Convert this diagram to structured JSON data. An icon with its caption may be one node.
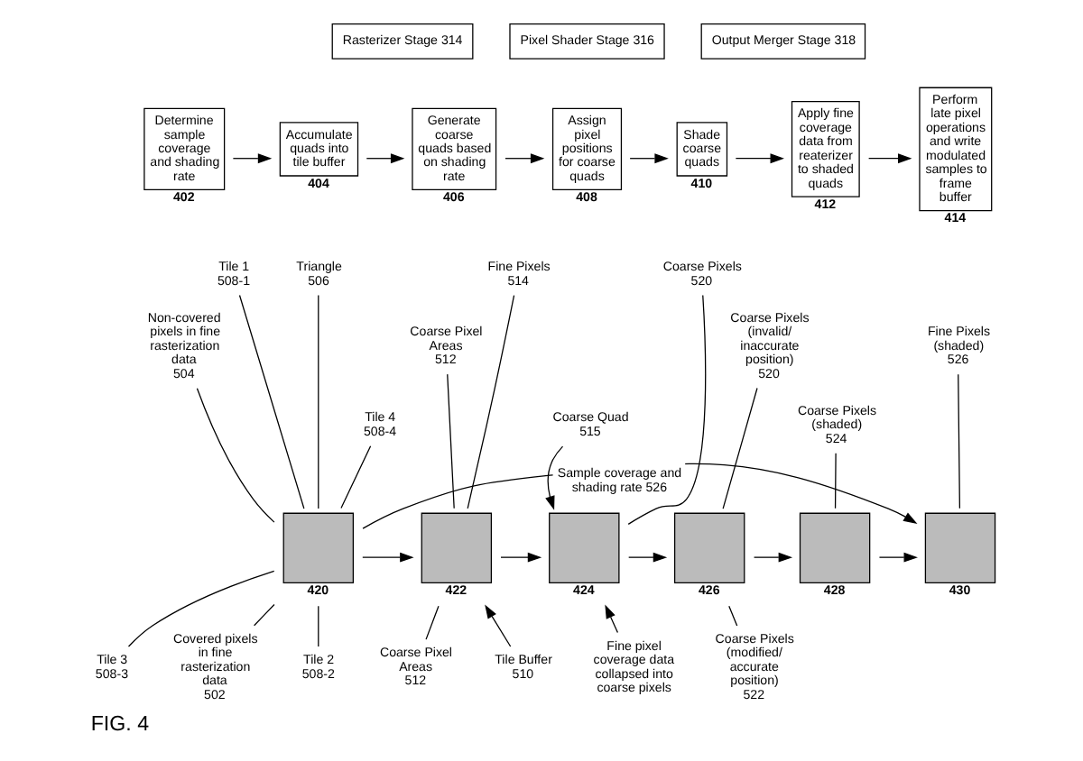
{
  "diagram": {
    "caption": "FIG. 4",
    "nodes": [
      {
        "text": [
          "Rasterizer Stage 314"
        ]
      },
      {
        "text": [
          "Pixel Shader Stage 316"
        ]
      },
      {
        "text": [
          "Output Merger Stage 318"
        ]
      },
      {
        "text": [
          "Determine sample coverage and shading rate"
        ],
        "beside": [
          "402"
        ]
      },
      {
        "text": [
          "Accumulate quads into tile buffer"
        ],
        "beside": [
          "404"
        ]
      },
      {
        "text": [
          "Generate coarse quads based on shading rate"
        ],
        "beside": [
          "406"
        ]
      },
      {
        "text": [
          "Assign pixel positions for coarse quads"
        ],
        "beside": [
          "408"
        ]
      },
      {
        "text": [
          "Shade coarse quads"
        ],
        "beside": [
          "410"
        ]
      },
      {
        "text": [
          "Apply fine coverage data from reaterizer to shaded quads"
        ],
        "beside": [
          "412"
        ]
      },
      {
        "text": [
          "Perform late pixel operations and write modulated samples to frame buffer"
        ],
        "beside": [
          "414"
        ]
      },
      {
        "text": [],
        "shape": "box",
        "beside": [
          "420"
        ]
      },
      {
        "text": [],
        "shape": "box",
        "beside": [
          "422"
        ]
      },
      {
        "text": [],
        "shape": "box",
        "beside": [
          "424"
        ]
      },
      {
        "text": [],
        "shape": "box",
        "beside": [
          "426"
        ]
      },
      {
        "text": [],
        "shape": "box",
        "beside": [
          "428"
        ]
      },
      {
        "text": [],
        "shape": "box",
        "beside": [
          "430"
        ]
      },
      {
        "text": [
          "Non-covered pixels in fine rasterization data",
          "504"
        ]
      },
      {
        "text": [
          "Tile 2",
          "508-2"
        ]
      },
      {
        "text": [
          "Tile 1",
          "508-1"
        ]
      },
      {
        "text": [
          "Tile 3",
          "508-3"
        ]
      },
      {
        "text": [
          "Tile 4",
          "508-4"
        ]
      },
      {
        "text": [
          "Covered pixels in fine rasterization data",
          "502"
        ]
      },
      {
        "text": [
          "Triangle",
          "506"
        ]
      },
      {
        "text": [
          "Coarse Pixel Areas",
          "512"
        ]
      },
      {
        "text": [
          "Tile Buffer",
          "510"
        ]
      },
      {
        "text": [
          "Fine Pixels",
          "514"
        ]
      },
      {
        "text": [
          "Coarse Pixel Areas",
          "512"
        ]
      },
      {
        "text": [
          "Coarse Quad",
          "515"
        ]
      },
      {
        "text": [
          "Fine pixel coverage data collapsed into coarse pixels"
        ]
      },
      {
        "text": [
          "Coarse Pixels",
          "520"
        ]
      },
      {
        "text": [
          "Coarse Pixels (invalid/ inaccurate position)",
          "520"
        ]
      },
      {
        "text": [
          "Coarse Pixels (modified/ accurate position)",
          "522"
        ]
      },
      {
        "text": [
          "Coarse Pixels (shaded)",
          "524"
        ]
      },
      {
        "text": [
          "Fine Pixels (shaded)",
          "526"
        ]
      }
    ],
    "edges": [
      {
        "from": 3,
        "to": 4,
        "arrow": "to"
      },
      {
        "from": 4,
        "to": 5,
        "arrow": "to"
      },
      {
        "from": 5,
        "to": 6,
        "arrow": "to"
      },
      {
        "from": 6,
        "to": 7,
        "arrow": "to"
      },
      {
        "from": 7,
        "to": 8,
        "arrow": "to"
      },
      {
        "from": 8,
        "to": 9,
        "arrow": "to"
      },
      {
        "from": 10,
        "to": 11,
        "arrow": "to"
      },
      {
        "from": 11,
        "to": 12,
        "arrow": "to"
      },
      {
        "from": 12,
        "to": 13,
        "arrow": "to"
      },
      {
        "from": 13,
        "to": 14,
        "arrow": "to"
      },
      {
        "from": 14,
        "to": 15,
        "arrow": "to"
      },
      {
        "from": 10,
        "to": 15,
        "arrow": "to",
        "label": "Sample coverage and shading rate 526"
      },
      {
        "from": 16,
        "to": 10,
        "arrow": "none"
      },
      {
        "from": 17,
        "to": 10,
        "arrow": "none"
      },
      {
        "from": 18,
        "to": 10,
        "arrow": "none"
      },
      {
        "from": 19,
        "to": 10,
        "arrow": "none"
      },
      {
        "from": 20,
        "to": 10,
        "arrow": "none"
      },
      {
        "from": 21,
        "to": 10,
        "arrow": "none"
      },
      {
        "from": 22,
        "to": 10,
        "arrow": "none"
      },
      {
        "from": 23,
        "to": 11,
        "arrow": "none"
      },
      {
        "from": 24,
        "to": 11,
        "arrow": "to"
      },
      {
        "from": 25,
        "to": 11,
        "arrow": "none"
      },
      {
        "from": 26,
        "to": 11,
        "arrow": "none"
      },
      {
        "from": 27,
        "to": 12,
        "arrow": "to"
      },
      {
        "from": 28,
        "to": 12,
        "arrow": "to"
      },
      {
        "from": 29,
        "to": 12,
        "arrow": "none"
      },
      {
        "from": 30,
        "to": 13,
        "arrow": "none"
      },
      {
        "from": 31,
        "to": 13,
        "arrow": "none"
      },
      {
        "from": 32,
        "to": 14,
        "arrow": "none"
      },
      {
        "from": 33,
        "to": 15,
        "arrow": "none"
      }
    ]
  }
}
